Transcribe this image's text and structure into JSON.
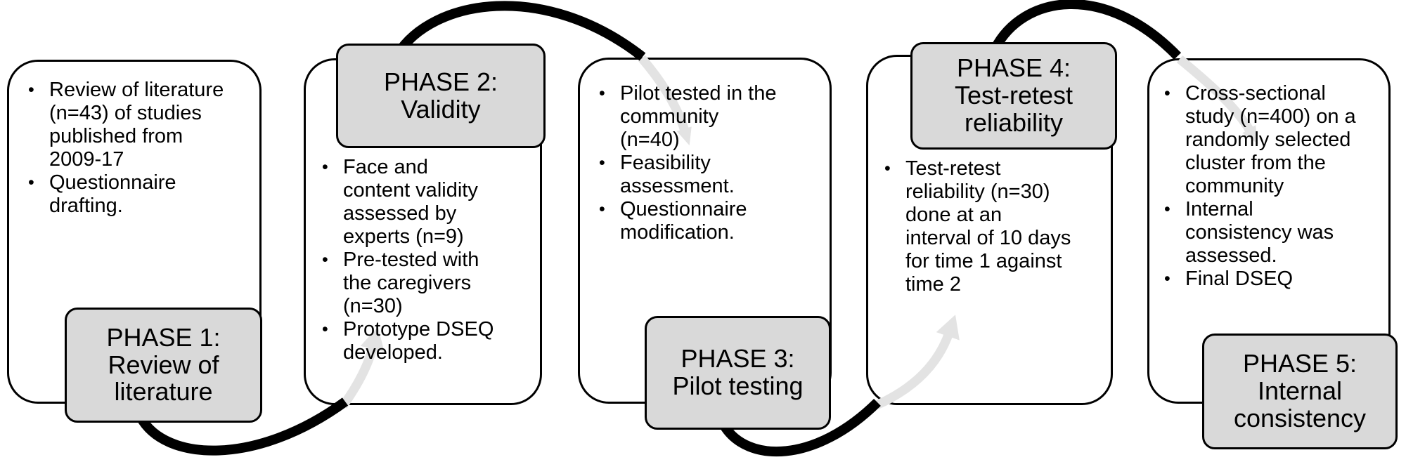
{
  "figure": {
    "bullet_char": "•",
    "colors": {
      "background": "#ffffff",
      "box_fill": "#ffffff",
      "box_border": "#000000",
      "label_fill": "#d9d9d9",
      "arrow_black": "#000000",
      "arrow_gray": "#e3e3e3",
      "text": "#000000"
    },
    "boxes": [
      {
        "bullets": [
          "Review of literature (n=43) of studies published from 2009-17",
          "Questionnaire drafting."
        ]
      },
      {
        "bullets": [
          "Face and content validity assessed by experts (n=9)",
          "Pre-tested with the caregivers (n=30)",
          "Prototype DSEQ developed."
        ]
      },
      {
        "bullets": [
          "Pilot tested in the community (n=40)",
          "Feasibility assessment.",
          "Questionnaire modification."
        ]
      },
      {
        "bullets": [
          "Test-retest reliability (n=30) done at an interval of 10 days for time 1 against time 2"
        ]
      },
      {
        "bullets": [
          "Cross-sectional study (n=400) on a randomly selected cluster from the community",
          "Internal consistency was assessed.",
          "Final DSEQ"
        ]
      }
    ],
    "phases": [
      {
        "title": "PHASE 1: Review of literature",
        "lines": [
          "PHASE 1:",
          "Review of",
          "literature"
        ]
      },
      {
        "title": "PHASE 2: Validity",
        "lines": [
          "PHASE 2:",
          "Validity"
        ]
      },
      {
        "title": "PHASE 3: Pilot testing",
        "lines": [
          "PHASE 3:",
          "Pilot testing"
        ]
      },
      {
        "title": "PHASE 4: Test-retest reliability",
        "lines": [
          "PHASE 4:",
          "Test-retest",
          "reliability"
        ]
      },
      {
        "title": "PHASE 5: Internal consistency",
        "lines": [
          "PHASE 5:",
          "Internal",
          "consistency"
        ]
      }
    ]
  }
}
